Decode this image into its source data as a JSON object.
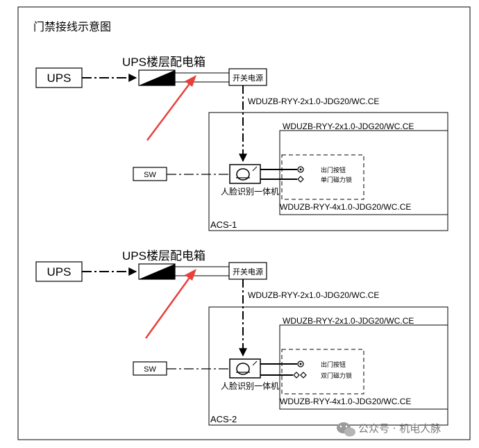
{
  "title": "门禁接线示意图",
  "colors": {
    "arrow": "#e8403a",
    "line": "#000000",
    "watermark": "#7a7a7a"
  },
  "sections": [
    {
      "ups_label": "UPS",
      "box_label": "UPS楼层配电箱",
      "switch_power": "开关电源",
      "cable_top": "WDUZB-RYY-2x1.0-JDG20/WC.CE",
      "cable_inner": "WDUZB-RYY-2x1.0-JDG20/WC.CE",
      "cable_bottom": "WDUZB-RYY-4x1.0-JDG20/WC.CE",
      "sw_label": "SW",
      "device_label": "人脸识别一体机",
      "exit_button": "出门按钮",
      "lock_label": "单门磁力锁",
      "acs_label": "ACS-1"
    },
    {
      "ups_label": "UPS",
      "box_label": "UPS楼层配电箱",
      "switch_power": "开关电源",
      "cable_top": "WDUZB-RYY-2x1.0-JDG20/WC.CE",
      "cable_inner": "WDUZB-RYY-2x1.0-JDG20/WC.CE",
      "cable_bottom": "WDUZB-RYY-4x1.0-JDG20/WC.CE",
      "sw_label": "SW",
      "device_label": "人脸识别一体机",
      "exit_button": "出门按钮",
      "lock_label": "双门磁力锁",
      "acs_label": "ACS-2"
    }
  ],
  "watermark": {
    "icon": "wechat-icon",
    "text": "公众号 · 机电人脉"
  }
}
